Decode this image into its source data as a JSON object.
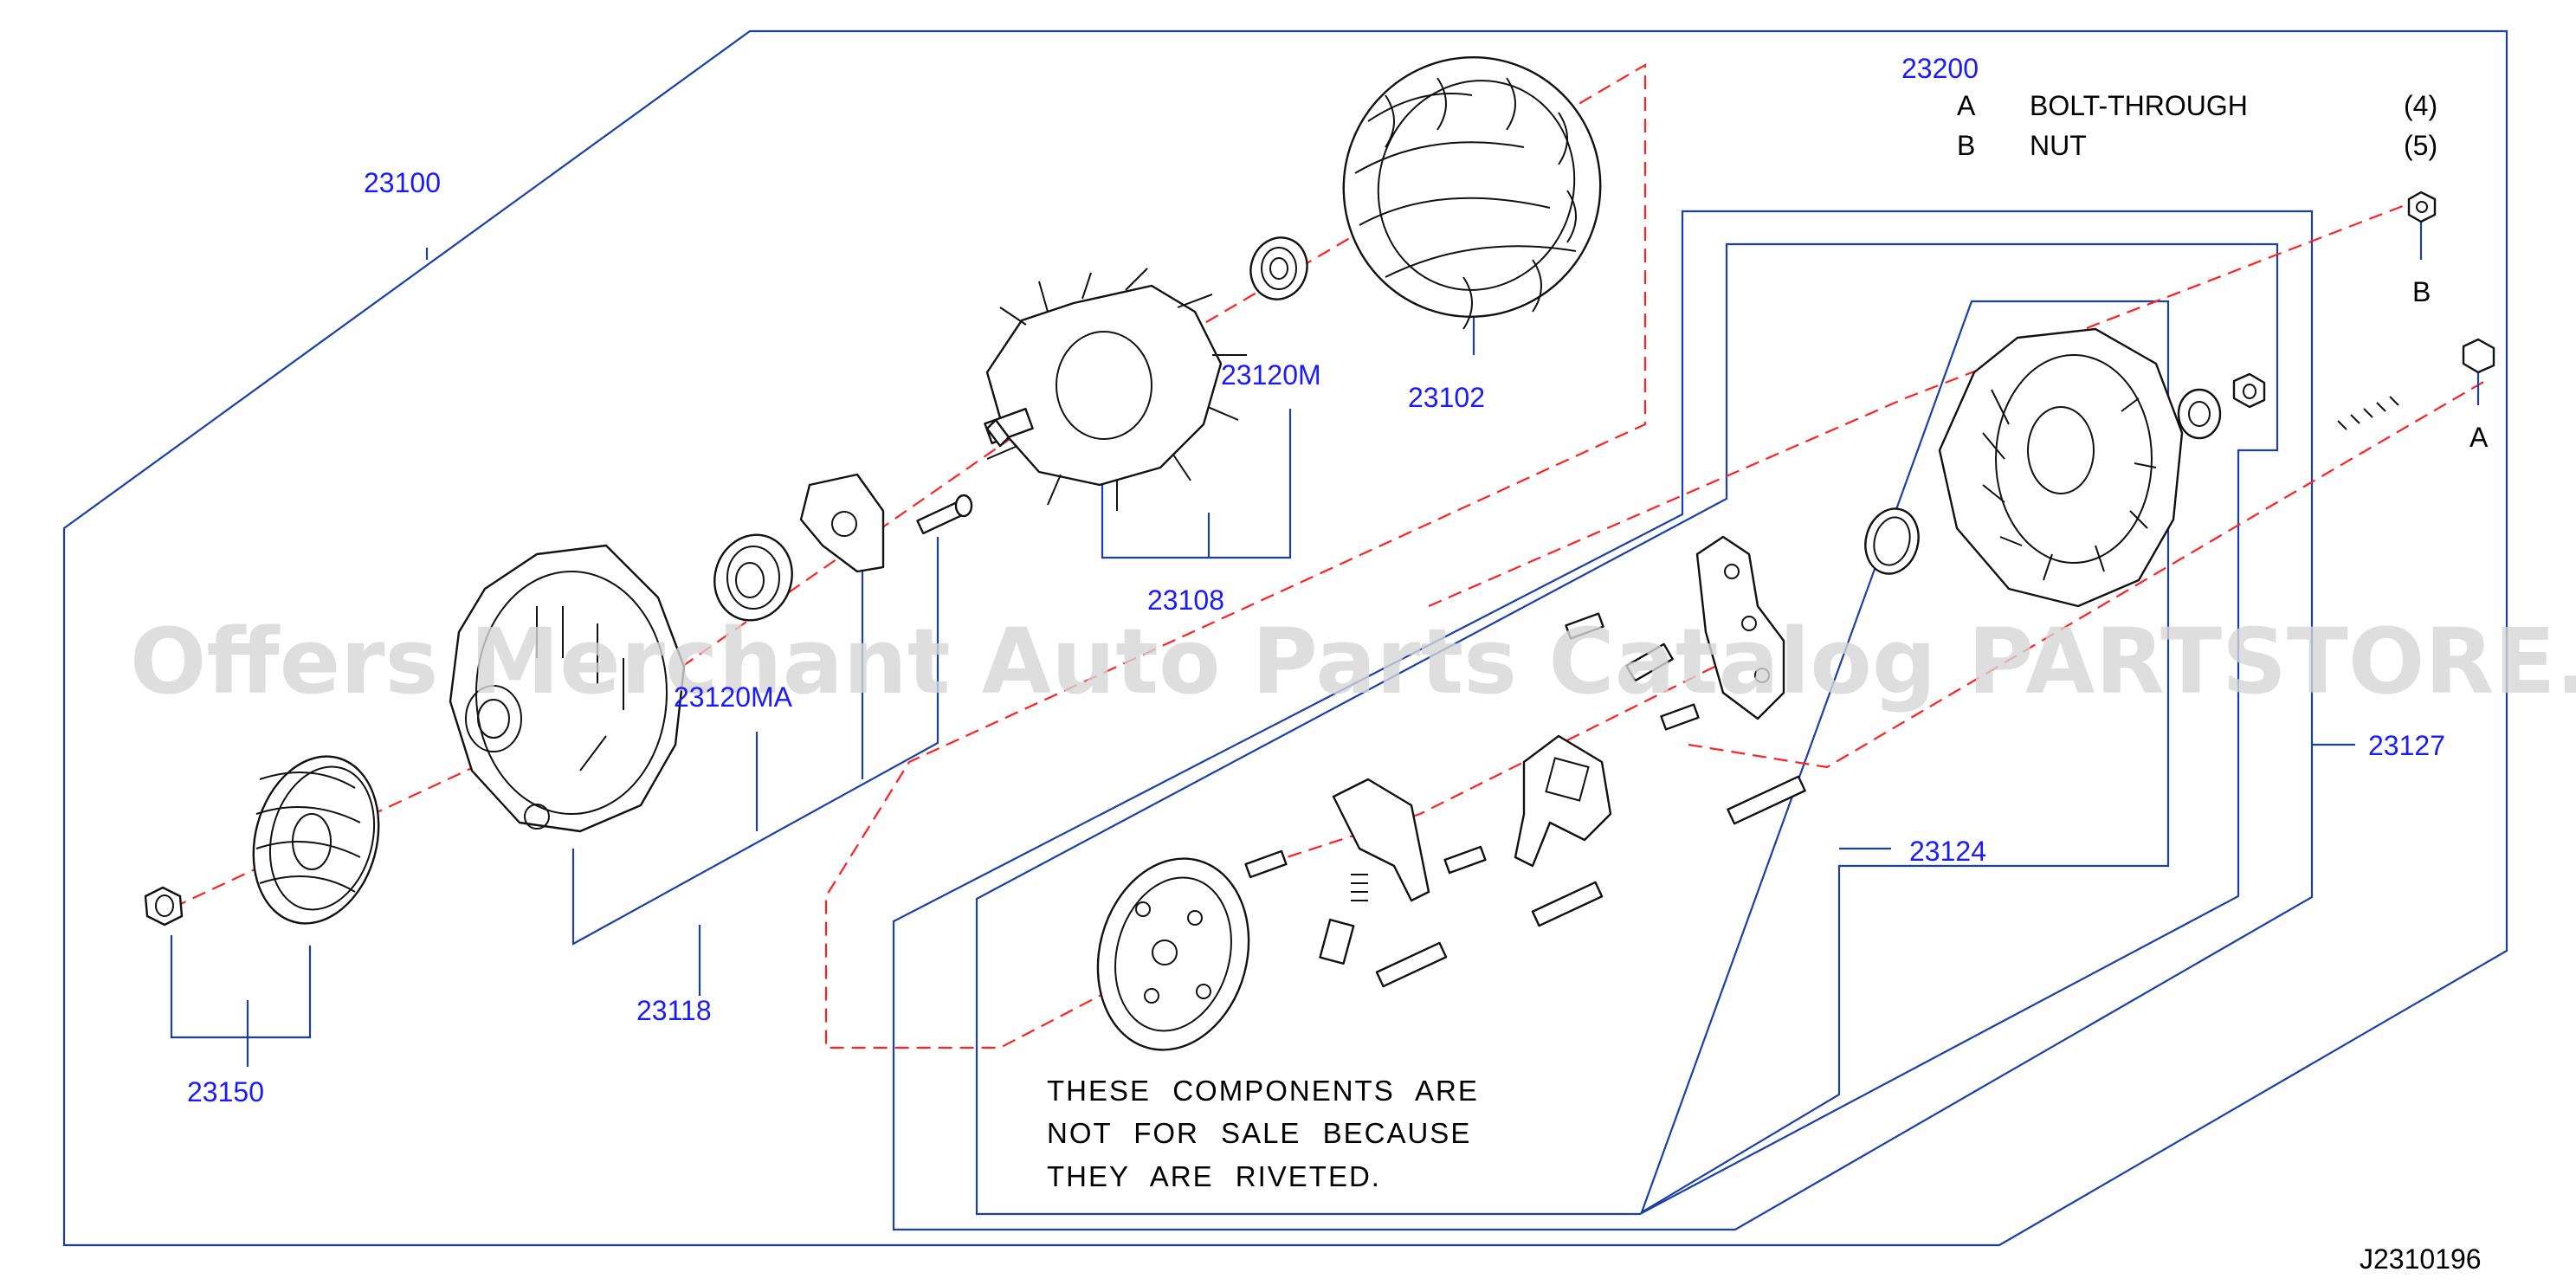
{
  "diagram_id": "J2310196",
  "watermark": "Offers Merchant Auto Parts Catalog PARTSTORE.SA",
  "colors": {
    "part_number": "#1a1aff",
    "frame": "#1a3fa8",
    "axis": "#ff2020",
    "watermark": "#d6d6d6"
  },
  "assembly": {
    "number": "23200",
    "hardware": [
      {
        "letter": "A",
        "name": "BOLT-THROUGH",
        "qty": "(4)"
      },
      {
        "letter": "B",
        "name": "NUT",
        "qty": "(5)"
      }
    ]
  },
  "callouts": {
    "c23100": "23100",
    "c23102": "23102",
    "c23120M": "23120M",
    "c23108": "23108",
    "c23120MA": "23120MA",
    "c23118": "23118",
    "c23150": "23150",
    "c23127": "23127",
    "c23124": "23124",
    "cA": "A",
    "cB": "B"
  },
  "note": {
    "line1": "THESE COMPONENTS ARE",
    "line2": "NOT FOR SALE BECAUSE",
    "line3": "THEY ARE RIVETED."
  }
}
